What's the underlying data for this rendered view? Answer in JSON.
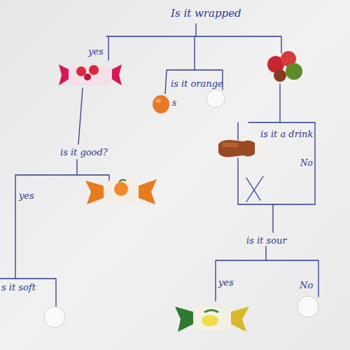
{
  "diagram": {
    "labels": [
      "Is it wrapped",
      "yes",
      "is it orange",
      "s",
      "is it a drink",
      "No",
      "is it good?",
      "yes",
      "s it soft",
      "is it sour",
      "yes",
      "No"
    ]
  }
}
